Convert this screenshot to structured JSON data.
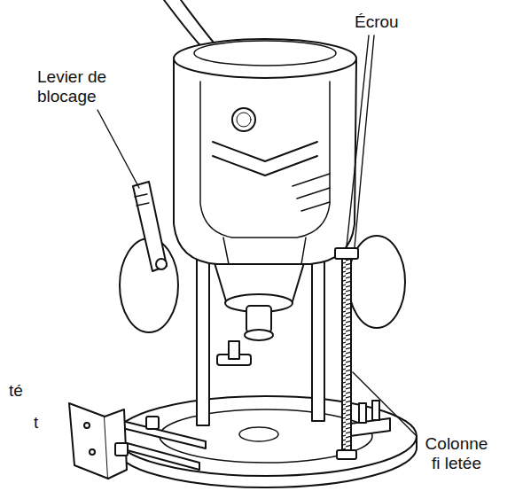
{
  "diagram": {
    "labels": [
      "Levier de blocage",
      "Écrou",
      "Colonne fi letée",
      "té",
      "t"
    ]
  }
}
